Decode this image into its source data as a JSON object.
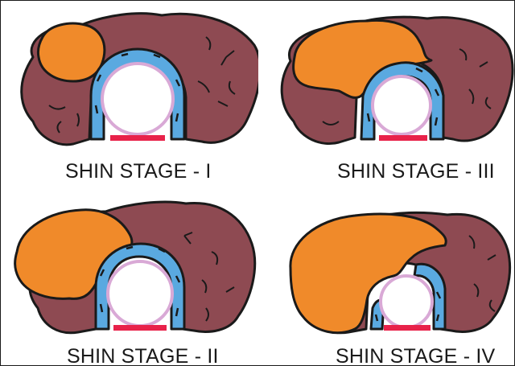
{
  "colors": {
    "tumor": "#f08a2a",
    "tumor_dark": "#d9701a",
    "gland": "#8e4a52",
    "gland_light": "#a2626a",
    "vessel_wall": "#5aa9e0",
    "lumen_ring": "#d9a9d6",
    "lumen": "#ffffff",
    "base_red": "#e8224a",
    "outline": "#1a1a1a"
  },
  "panels": [
    {
      "caption": "SHIN STAGE - I"
    },
    {
      "caption": "SHIN STAGE - III"
    },
    {
      "caption": "SHIN STAGE - II"
    },
    {
      "caption": "SHIN STAGE - IV"
    }
  ]
}
